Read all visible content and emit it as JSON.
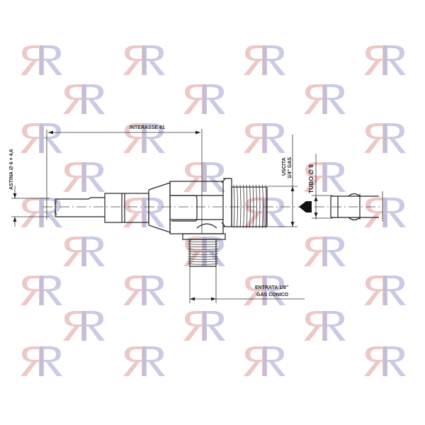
{
  "watermark": {
    "logo_text_left": "Я",
    "logo_text_right": "R",
    "color_left": "#e8b4b4",
    "color_right": "#b8b8dc"
  },
  "labels": {
    "interasse": "INTERASSE 61",
    "astina": "ASTINA ∅ 6 × 4,6",
    "uscita_1": "USCITA",
    "uscita_2": "1/4\" GAS",
    "tubo": "TUBO ∅ 8",
    "entrata_1": "ENTRATA 1/8\"",
    "entrata_2": "GAS CONICO"
  }
}
